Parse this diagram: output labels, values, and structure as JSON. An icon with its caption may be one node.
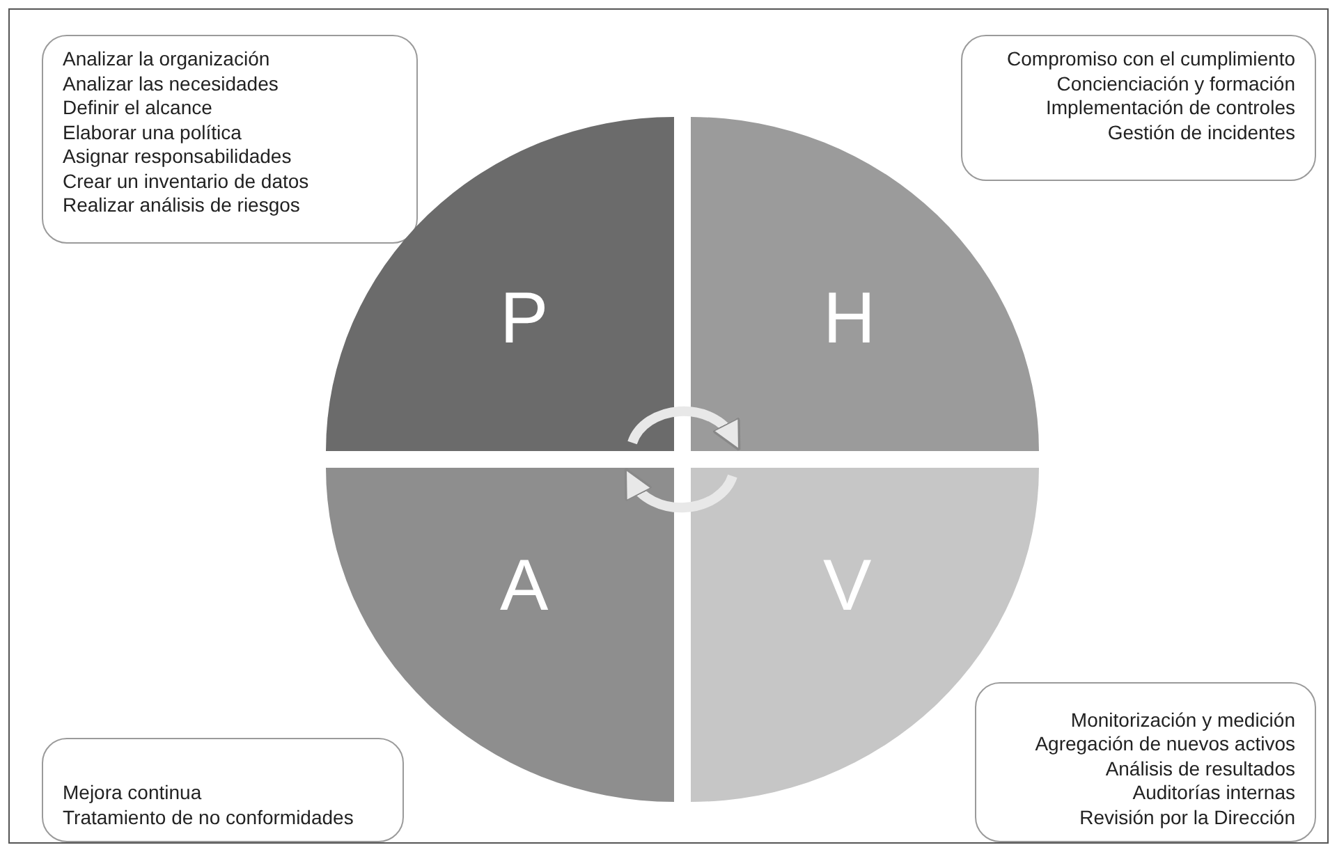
{
  "diagram": {
    "nodes": [
      {
        "text": [
          "Analizar la organización",
          "Analizar las necesidades",
          "Definir el alcance",
          "Elaborar una política",
          "Asignar responsabilidades",
          "Crear un inventario de datos",
          "Realizar análisis de riesgos"
        ]
      },
      {
        "text": [
          "Compromiso con el cumplimiento",
          "Concienciación y formación",
          "Implementación de controles",
          "Gestión de incidentes"
        ]
      },
      {
        "text": [
          "P"
        ]
      },
      {
        "text": [
          "H"
        ]
      },
      {
        "text": [
          "A"
        ]
      },
      {
        "text": [
          "V"
        ]
      },
      {
        "text": [
          "Mejora continua",
          "Tratamiento de no conformidades"
        ]
      },
      {
        "text": [
          "Monitorización y medición",
          "Agregación de nuevos activos",
          "Análisis de resultados",
          "Auditorías internas",
          "Revisión por la Dirección"
        ]
      }
    ],
    "edges": [
      {
        "from": 2,
        "to": 3,
        "arrow": "to"
      },
      {
        "from": 5,
        "to": 4,
        "arrow": "to"
      }
    ]
  }
}
